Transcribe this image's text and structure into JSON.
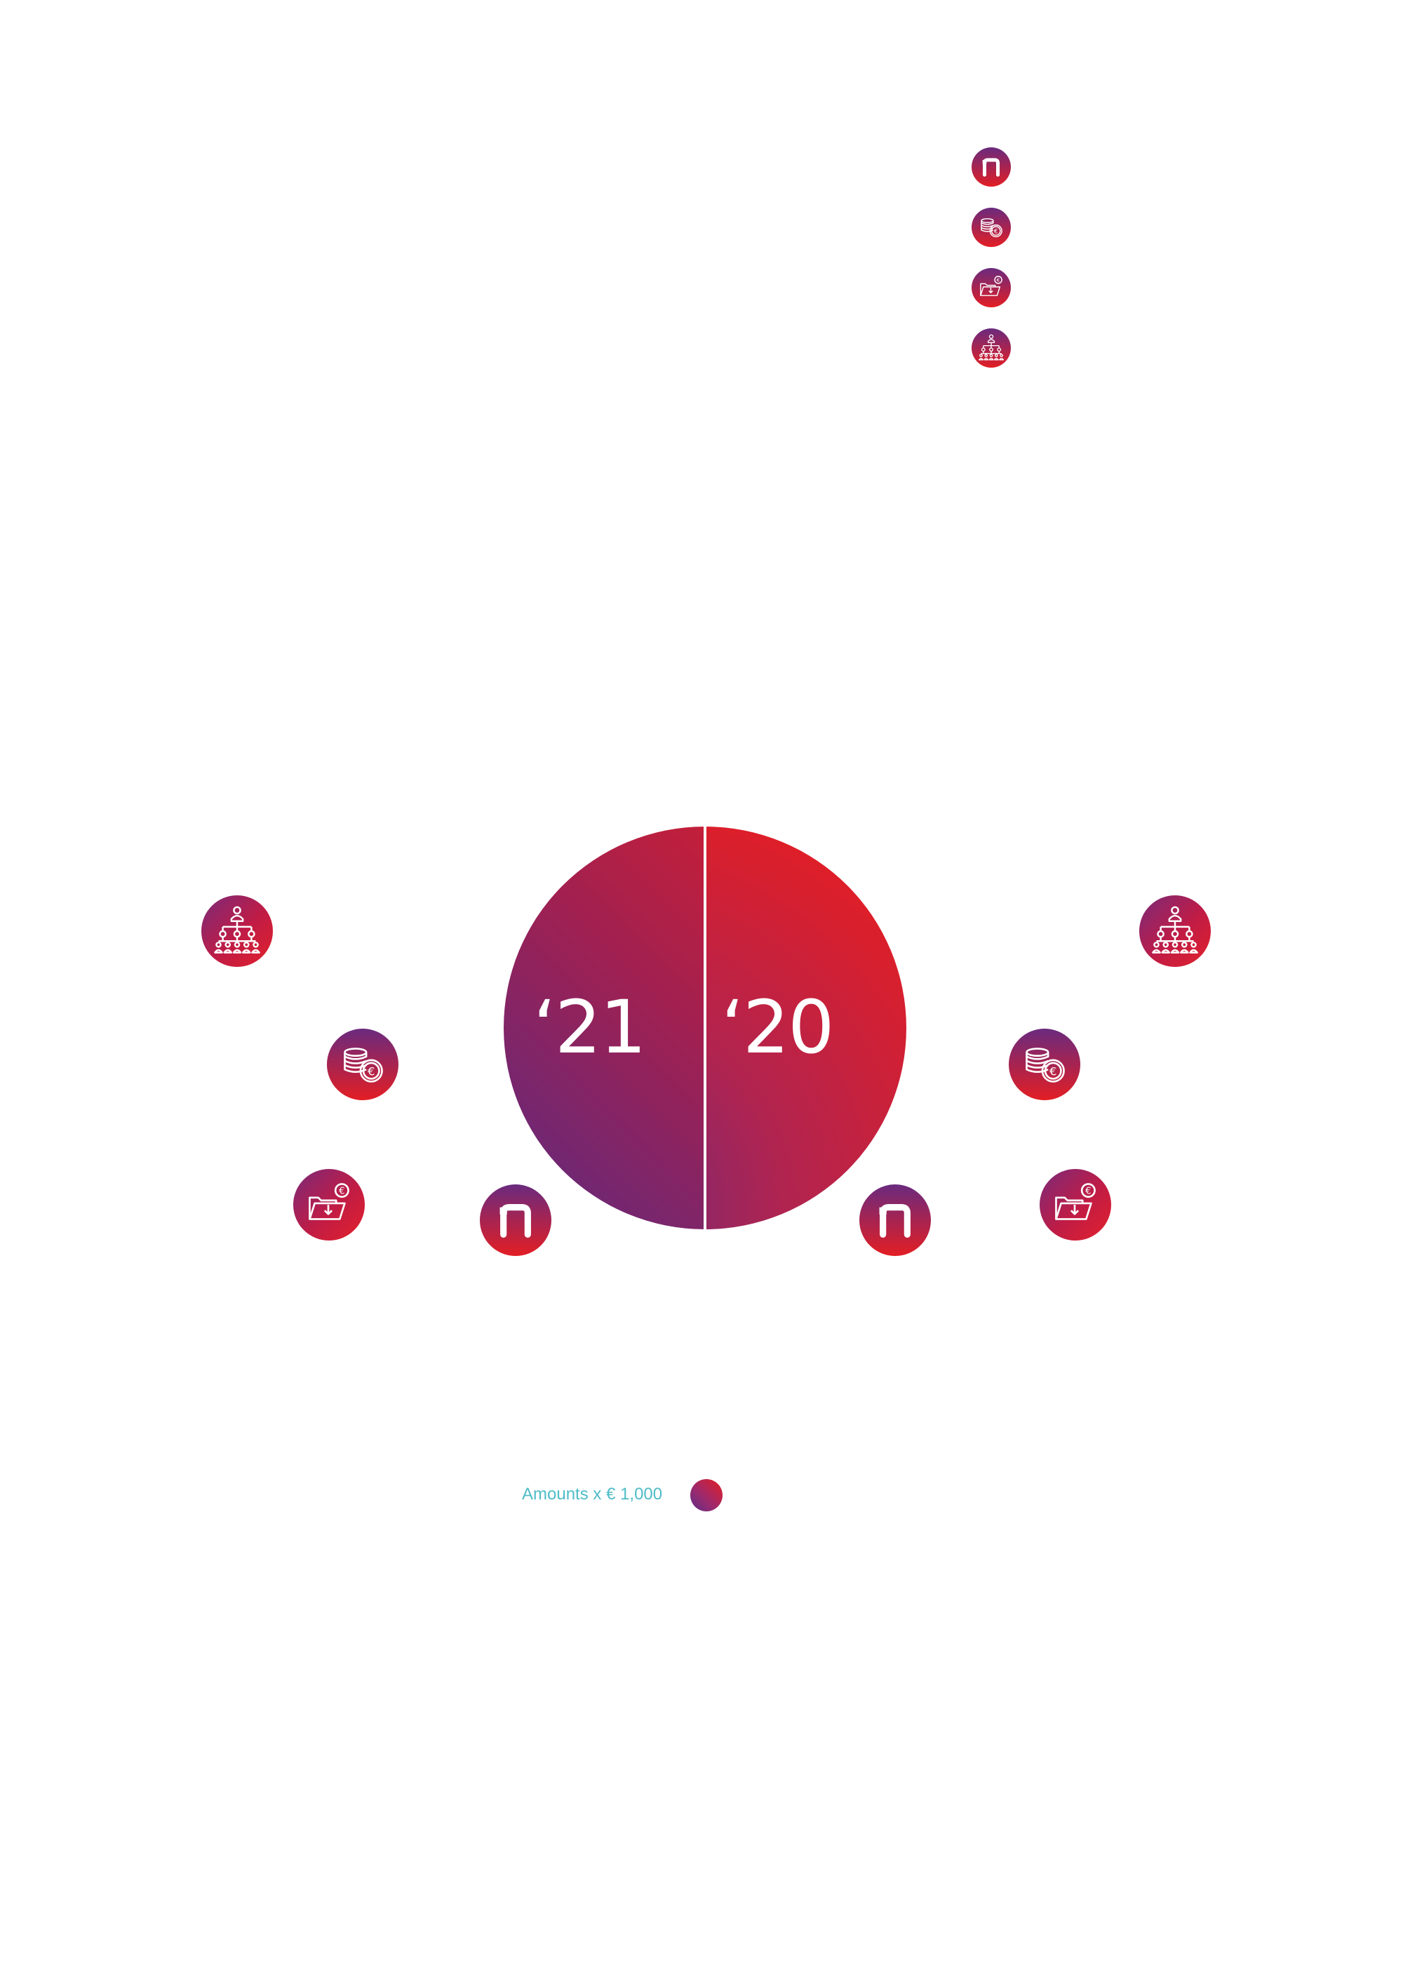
{
  "colors": {
    "red": "#e31e24",
    "magenta": "#a3204f",
    "purple": "#6a2a7e",
    "note_text": "#4fbcc7"
  },
  "legend": {
    "icons": [
      "brand-n-icon",
      "coins-euro-icon",
      "folder-euro-icon",
      "org-chart-icon"
    ]
  },
  "diagram": {
    "year_left": "‘21",
    "year_right": "‘20",
    "left_icons": [
      "org-chart-icon",
      "coins-euro-icon",
      "folder-euro-icon",
      "brand-n-icon"
    ],
    "right_icons": [
      "org-chart-icon",
      "coins-euro-icon",
      "folder-euro-icon",
      "brand-n-icon"
    ]
  },
  "footer": {
    "amounts_note": "Amounts x € 1,000"
  }
}
